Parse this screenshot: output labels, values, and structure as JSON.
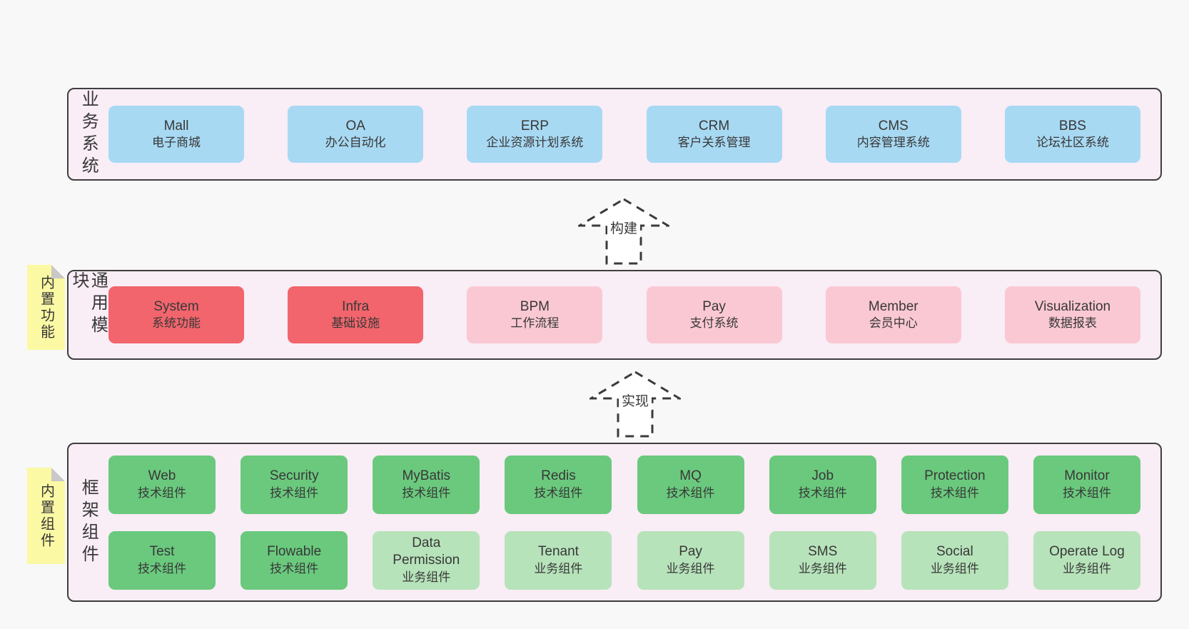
{
  "colors": {
    "page_bg": "#f8f8f8",
    "container_bg": "#f9edf6",
    "container_border": "#3e3e3e",
    "blue": "#a8d9f3",
    "red": "#f2656c",
    "pink": "#fac8d3",
    "green_dark": "#6ac97d",
    "green_light": "#b7e3ba",
    "note_yellow": "#fbf9a3",
    "note_fold": "#c8c8c8",
    "text": "#383838"
  },
  "arrows": {
    "build": "构建",
    "implement": "实现"
  },
  "sections": {
    "business": {
      "label": "业务系统",
      "boxes": [
        {
          "title": "Mall",
          "subtitle": "电子商城",
          "variant": "blue"
        },
        {
          "title": "OA",
          "subtitle": "办公自动化",
          "variant": "blue"
        },
        {
          "title": "ERP",
          "subtitle": "企业资源计划系统",
          "variant": "blue"
        },
        {
          "title": "CRM",
          "subtitle": "客户关系管理",
          "variant": "blue"
        },
        {
          "title": "CMS",
          "subtitle": "内容管理系统",
          "variant": "blue"
        },
        {
          "title": "BBS",
          "subtitle": "论坛社区系统",
          "variant": "blue"
        }
      ]
    },
    "modules": {
      "label": "通用模块",
      "note": "内置功能",
      "boxes": [
        {
          "title": "System",
          "subtitle": "系统功能",
          "variant": "red"
        },
        {
          "title": "Infra",
          "subtitle": "基础设施",
          "variant": "red"
        },
        {
          "title": "BPM",
          "subtitle": "工作流程",
          "variant": "pink"
        },
        {
          "title": "Pay",
          "subtitle": "支付系统",
          "variant": "pink"
        },
        {
          "title": "Member",
          "subtitle": "会员中心",
          "variant": "pink"
        },
        {
          "title": "Visualization",
          "subtitle": "数据报表",
          "variant": "pink"
        }
      ]
    },
    "framework": {
      "label": "框架组件",
      "note": "内置组件",
      "row1": [
        {
          "title": "Web",
          "subtitle": "技术组件",
          "variant": "green-dark"
        },
        {
          "title": "Security",
          "subtitle": "技术组件",
          "variant": "green-dark"
        },
        {
          "title": "MyBatis",
          "subtitle": "技术组件",
          "variant": "green-dark"
        },
        {
          "title": "Redis",
          "subtitle": "技术组件",
          "variant": "green-dark"
        },
        {
          "title": "MQ",
          "subtitle": "技术组件",
          "variant": "green-dark"
        },
        {
          "title": "Job",
          "subtitle": "技术组件",
          "variant": "green-dark"
        },
        {
          "title": "Protection",
          "subtitle": "技术组件",
          "variant": "green-dark"
        },
        {
          "title": "Monitor",
          "subtitle": "技术组件",
          "variant": "green-dark"
        }
      ],
      "row2": [
        {
          "title": "Test",
          "subtitle": "技术组件",
          "variant": "green-dark"
        },
        {
          "title": "Flowable",
          "subtitle": "技术组件",
          "variant": "green-dark"
        },
        {
          "title": "Data Permission",
          "subtitle": "业务组件",
          "variant": "green-light"
        },
        {
          "title": "Tenant",
          "subtitle": "业务组件",
          "variant": "green-light"
        },
        {
          "title": "Pay",
          "subtitle": "业务组件",
          "variant": "green-light"
        },
        {
          "title": "SMS",
          "subtitle": "业务组件",
          "variant": "green-light"
        },
        {
          "title": "Social",
          "subtitle": "业务组件",
          "variant": "green-light"
        },
        {
          "title": "Operate Log",
          "subtitle": "业务组件",
          "variant": "green-light"
        }
      ]
    }
  }
}
